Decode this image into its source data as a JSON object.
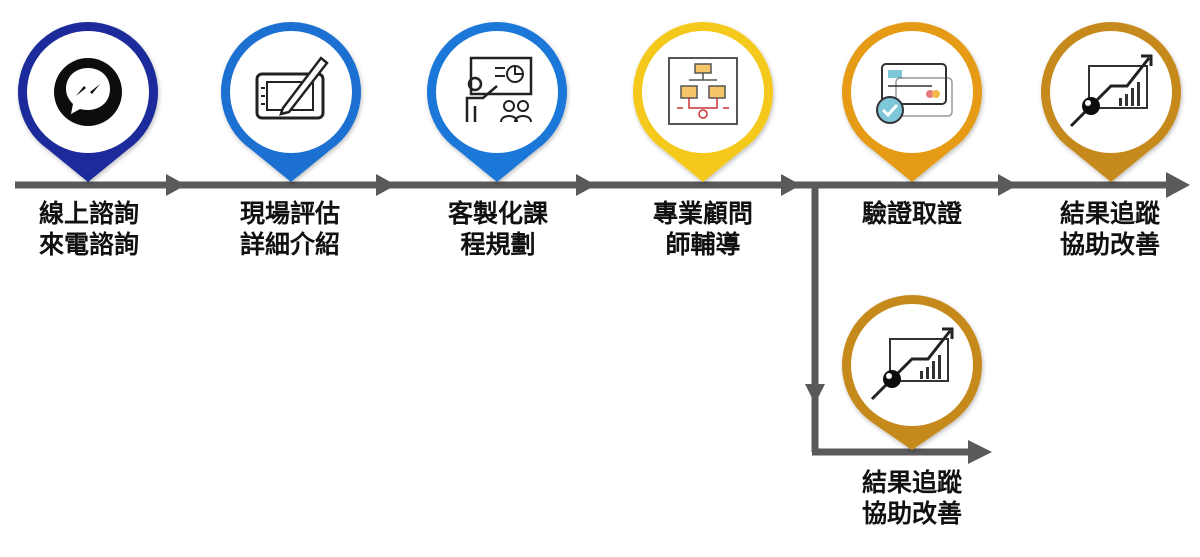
{
  "steps": [
    {
      "line1": "線上諮詢",
      "line2": "來電諮詢",
      "icon": "messenger-icon",
      "color": "#1a2a9c"
    },
    {
      "line1": "現場評估",
      "line2": "詳細介紹",
      "icon": "tablet-pen-icon",
      "color": "#1f6fd2"
    },
    {
      "line1": "客製化課",
      "line2": "程規劃",
      "icon": "presentation-icon",
      "color": "#1e78d8"
    },
    {
      "line1": "專業顧問",
      "line2": "師輔導",
      "icon": "flowchart-icon",
      "color": "#f5c91f"
    },
    {
      "line1": "驗證取證",
      "line2": "",
      "icon": "card-check-icon",
      "color": "#e69b16"
    },
    {
      "line1": "結果追蹤",
      "line2": "協助改善",
      "icon": "growth-chart-icon",
      "color": "#c68a1e"
    }
  ],
  "branch": {
    "line1": "結果追蹤",
    "line2": "協助改善",
    "icon": "growth-chart-icon",
    "color": "#c68a1e"
  },
  "colors": {
    "arrow": "#5a5a5a",
    "icon_bg": "#ffffff",
    "icon_stroke": "#222222"
  }
}
